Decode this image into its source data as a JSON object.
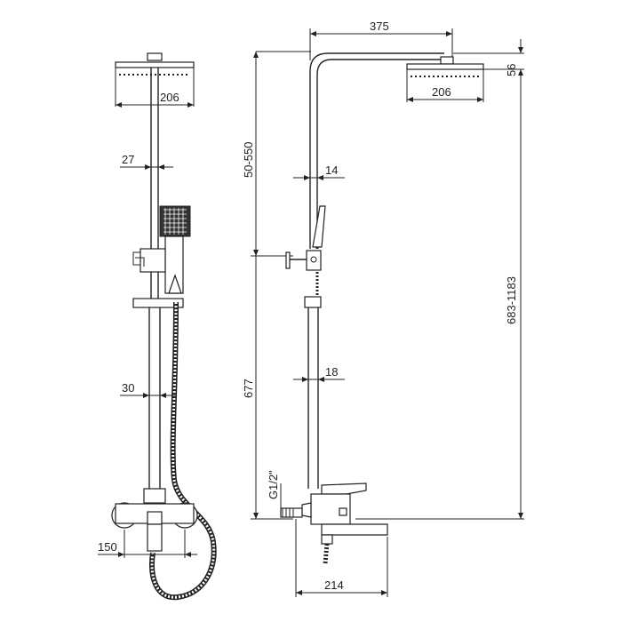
{
  "drawing": {
    "front": {
      "head_width": "206",
      "slider_offset": "27",
      "pipe_offset": "30",
      "inlet_spacing": "150"
    },
    "side": {
      "arm_reach": "375",
      "head_thickness": "56",
      "head_width": "206",
      "upper_adjust": "50-550",
      "upper_pipe_dia": "14",
      "lower_pipe_dia": "18",
      "lower_height": "677",
      "overall_height": "683-1183",
      "thread": "G1/2\"",
      "mixer_depth": "214"
    }
  }
}
